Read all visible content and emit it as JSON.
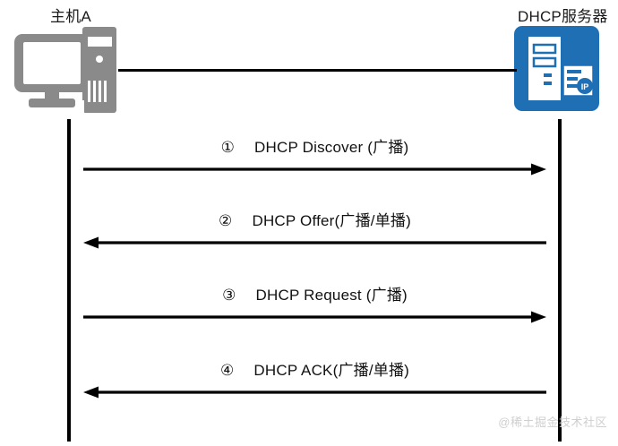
{
  "diagram": {
    "type": "sequence-diagram",
    "nodes": [
      {
        "id": "host",
        "label": "主机A",
        "icon": "desktop-computer-icon",
        "color": "#8a8a8a"
      },
      {
        "id": "server",
        "label": "DHCP服务器",
        "icon": "dhcp-server-icon",
        "color": "#1f6fb5"
      }
    ],
    "messages": [
      {
        "number": "①",
        "text": "DHCP Discover (广播)",
        "direction": "right"
      },
      {
        "number": "②",
        "text": "DHCP Offer(广播/单播)",
        "direction": "left"
      },
      {
        "number": "③",
        "text": "DHCP Request (广播)",
        "direction": "right"
      },
      {
        "number": "④",
        "text": "DHCP ACK(广播/单播)",
        "direction": "left"
      }
    ],
    "watermark": "@稀土掘金技术社区",
    "colors": {
      "line": "#000000",
      "host_gray": "#8a8a8a",
      "server_blue": "#1f6fb5",
      "watermark_gray": "#cfcfcf",
      "background": "#ffffff"
    }
  }
}
